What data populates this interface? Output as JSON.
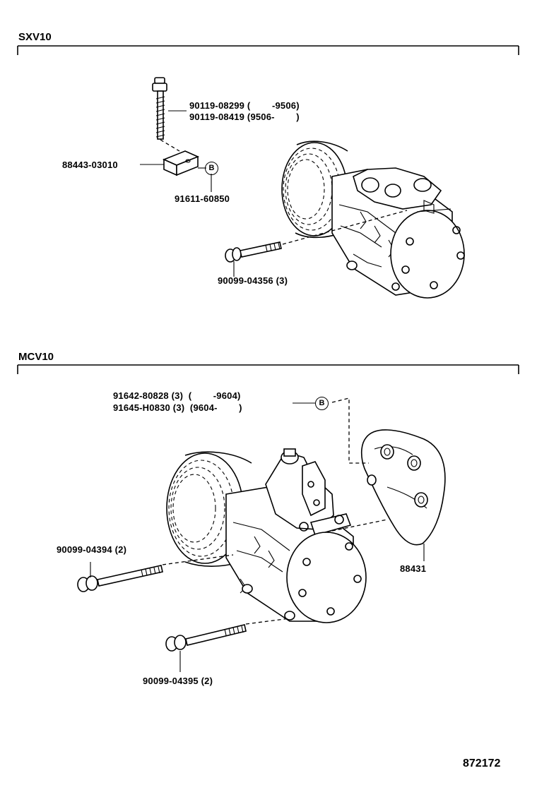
{
  "sections": {
    "top": {
      "title": "SXV10"
    },
    "bottom": {
      "title": "MCV10"
    }
  },
  "callouts": {
    "bolt_a": "90119-08299 (        -9506)",
    "bolt_b": "90119-08419 (9506-        )",
    "spacer": "88443-03010",
    "stud_nut": "91611-60850",
    "compressor_bolt_top": "90099-04356 (3)",
    "bracket_bolt_a": "91642-80828 (3)  (        -9604)",
    "bracket_bolt_b": "91645-H0830 (3)  (9604-        )",
    "bolt_upper": "90099-04394 (2)",
    "bracket": "88431",
    "bolt_lower": "90099-04395 (2)",
    "ref_b_top": "B",
    "ref_b_bottom": "B"
  },
  "footer": {
    "diagram_number": "872172"
  }
}
